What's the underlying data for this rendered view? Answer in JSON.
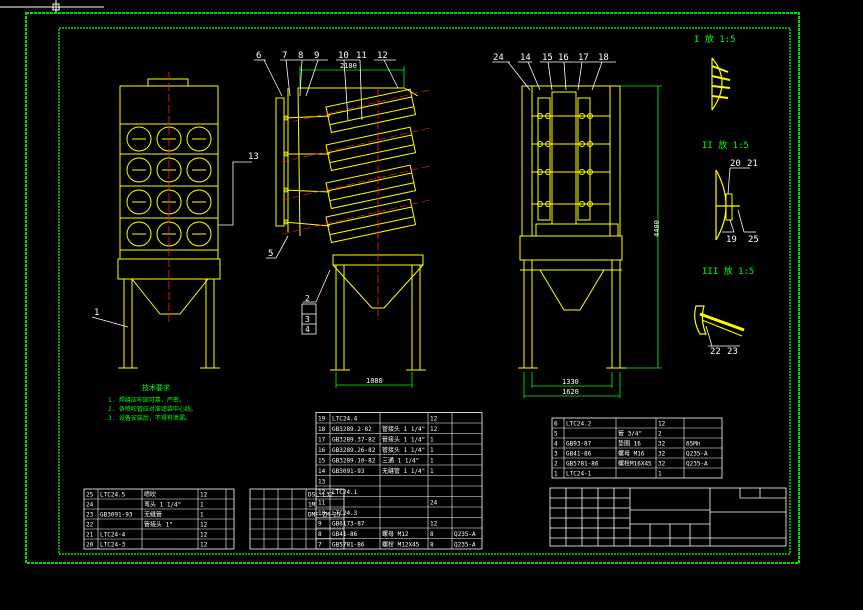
{
  "balloons_front": [
    "1",
    "13"
  ],
  "balloons_side": [
    "6",
    "7",
    "8",
    "9",
    "10",
    "11",
    "12",
    "5",
    "2",
    "3",
    "4"
  ],
  "balloons_rear": [
    "24",
    "14",
    "15",
    "16",
    "17",
    "18"
  ],
  "dims": {
    "side_top": "2180",
    "side_base": "1080",
    "rear_base_inner": "1330",
    "rear_base_outer": "1620",
    "rear_height": "4400"
  },
  "details": {
    "d1_title": "I 放 1:5",
    "d2_title": "II 放 1:5",
    "d3_title": "III 放 1:5",
    "d2_balloons": [
      "20",
      "21",
      "19",
      "25"
    ],
    "d3_balloons": [
      "22",
      "23"
    ]
  },
  "notes": {
    "title": "技术要求",
    "lines": [
      "1. 焊缝应牢固可靠，严密。",
      "2. 各喷吹管应对准滤袋中心线。",
      "3. 设备安装后，不得有泄漏。"
    ]
  },
  "bom_left": [
    [
      "25",
      "LTC24.5",
      "喷吹",
      "12",
      ""
    ],
    [
      "24",
      "",
      "弯头 1 1/4\"",
      "1",
      ""
    ],
    [
      "23",
      "GB3091-93",
      "无缝管",
      "1",
      ""
    ],
    [
      "22",
      "",
      "管接头 1\"",
      "12",
      ""
    ],
    [
      "21",
      "LTC24-4",
      "",
      "12",
      ""
    ],
    [
      "20",
      "LTC24-3",
      "",
      "12",
      ""
    ]
  ],
  "bom_mid": [
    [
      "",
      "",
      "",
      "",
      "DSL-L32"
    ],
    [
      "",
      "",
      "",
      "",
      "1M"
    ],
    [
      "",
      "",
      "",
      "",
      "DMF-ZM-25"
    ],
    [
      "",
      "",
      "",
      "",
      ""
    ],
    [
      "",
      "",
      "",
      "",
      ""
    ],
    [
      "",
      "",
      "",
      "",
      ""
    ]
  ],
  "bom_center": [
    [
      "19",
      "LTC24.4",
      "",
      "12",
      ""
    ],
    [
      "18",
      "GB3289.2-82",
      "管接头 1 1/4\"",
      "12",
      ""
    ],
    [
      "17",
      "GB3289.37-82",
      "管接头 1 1/4\"",
      "1",
      ""
    ],
    [
      "16",
      "GB3289.26-82",
      "管接头 1 1/4\"",
      "1",
      ""
    ],
    [
      "15",
      "GB3289.10-82",
      "三通 1 1/4\"",
      "1",
      ""
    ],
    [
      "14",
      "GB3091-93",
      "无缝管 1 1/4\"",
      "1",
      ""
    ],
    [
      "13",
      "",
      "",
      "",
      ""
    ],
    [
      "12",
      "LTC24.1",
      "",
      "",
      ""
    ],
    [
      "11",
      "",
      "",
      "24",
      ""
    ],
    [
      "10",
      "LTC24.3",
      "",
      "",
      ""
    ],
    [
      "9",
      "GB6173-87",
      "",
      "12",
      ""
    ],
    [
      "8",
      "GB41-86",
      "螺母 M12",
      "8",
      "Q235-A"
    ],
    [
      "7",
      "GB5781-86",
      "螺栓 M12X45",
      "8",
      "Q235-A"
    ]
  ],
  "bom_right": [
    [
      "6",
      "LTC24.2",
      "",
      "12",
      ""
    ],
    [
      "5",
      "",
      "管 3/4\"",
      "2",
      ""
    ],
    [
      "4",
      "GB93-87",
      "垫圈 16",
      "32",
      "65Mn"
    ],
    [
      "3",
      "GB41-86",
      "螺母 M16",
      "32",
      "Q235-A"
    ],
    [
      "2",
      "GB5781-86",
      "螺栓M16X45",
      "32",
      "Q235-A"
    ],
    [
      "1",
      "LTC24-1",
      "",
      "1",
      ""
    ]
  ],
  "title_block": {
    "drawing_name": "",
    "drawing_no": ""
  },
  "colors": {
    "frame": "#00e000",
    "line": "#ffff00",
    "table": "#ffffff",
    "balloon_line": "#00ffff",
    "center": "#ff2020",
    "dim": "#00ff00",
    "note": "#00ff00"
  }
}
